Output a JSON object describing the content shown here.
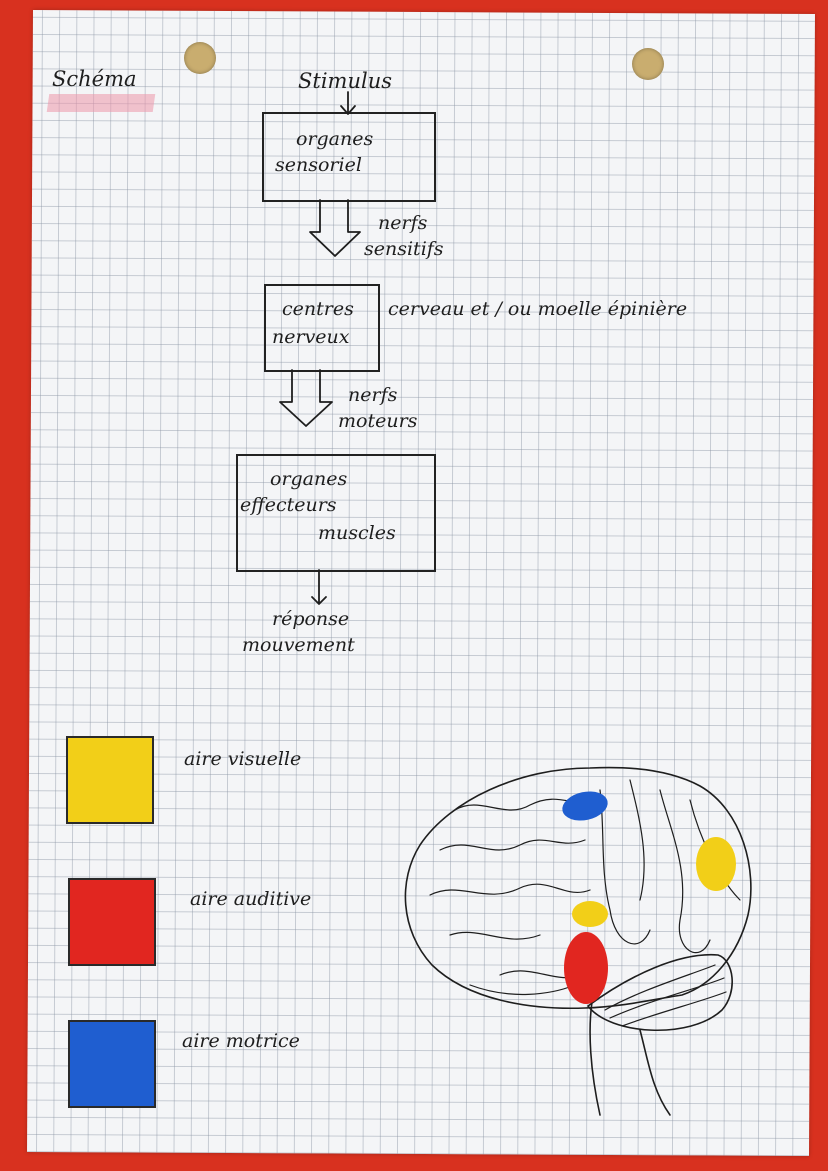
{
  "heading": "Schéma",
  "flow": {
    "stimulus": "Stimulus",
    "box1": [
      "organes",
      "sensoriel"
    ],
    "arrow1": [
      "nerfs",
      "sensitifs"
    ],
    "box2": [
      "centres",
      "nerveux"
    ],
    "box2_note": "cerveau et / ou moelle épinière",
    "arrow2": [
      "nerfs",
      "moteurs"
    ],
    "box3": [
      "organes",
      "effecteurs",
      "muscles"
    ],
    "response": [
      "réponse",
      "mouvement"
    ]
  },
  "legend": [
    {
      "label": "aire visuelle",
      "color": "#f2cf18"
    },
    {
      "label": "aire auditive",
      "color": "#e12620"
    },
    {
      "label": "aire motrice",
      "color": "#1f5ed0"
    }
  ],
  "colors": {
    "background": "#d8311f",
    "paper": "#f4f5f7",
    "ink": "#1e1e1e"
  }
}
